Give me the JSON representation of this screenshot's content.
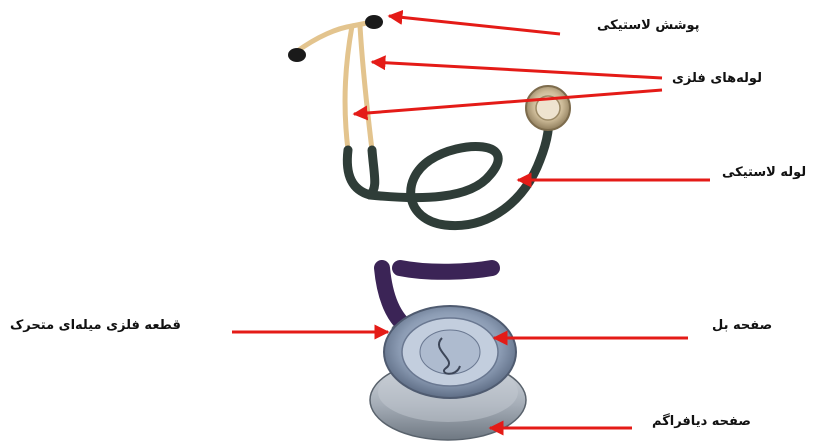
{
  "labels": {
    "rubber_cover": "پوشش لاستیکی",
    "metal_tubes": "لوله‌های فلزی",
    "rubber_tube": "لوله لاستیکی",
    "moving_metal_part": "قطعه فلزی میله‌ای متحرک",
    "bell_side": "صفحه بل",
    "diaphragm_side": "صفحه دیافراگم"
  },
  "colors": {
    "arrow": "#e41b17",
    "tubing_dark": "#2f3d38",
    "tubing_purple": "#3b2456",
    "metal_gold": "#e3c48e",
    "steel": "#a9b0b8",
    "bell_blue": "#7d8ea8",
    "eartip": "#1a1a1a"
  }
}
